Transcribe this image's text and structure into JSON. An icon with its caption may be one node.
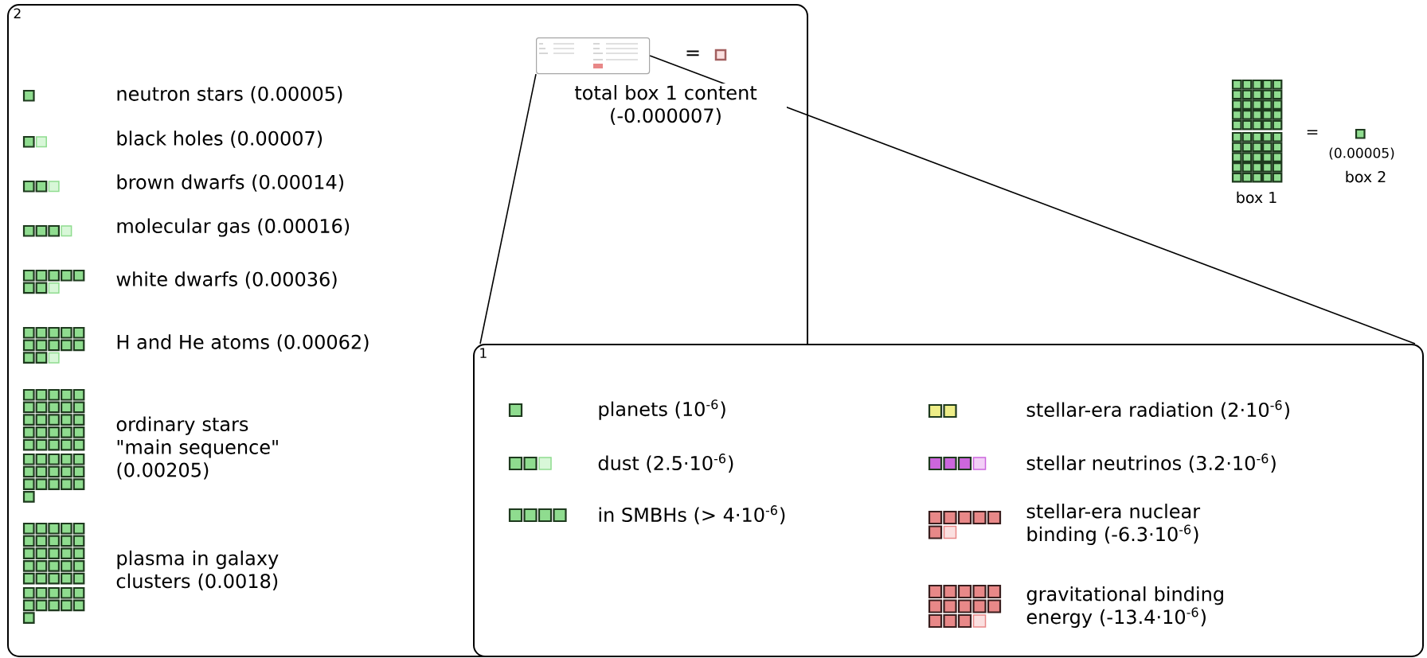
{
  "diagram": {
    "nodes": [
      {
        "text": [
          "2"
        ]
      },
      {
        "text": [],
        "shape": "box",
        "in": 0
      },
      {
        "text": [
          "1"
        ]
      }
    ],
    "edges": [
      {
        "from": 1,
        "to": 2,
        "arrow": "none"
      },
      {
        "from": 1,
        "to": 2,
        "arrow": "none"
      }
    ],
    "labels": [
      "=",
      "total box 1 content (-0.000007)",
      "neutron stars (0.00005)",
      "black holes (0.00007)",
      "brown dwarfs (0.00014)",
      "molecular gas (0.00016)",
      "white dwarfs (0.00036)",
      "H and He atoms (0.00062)",
      "ordinary stars \"main sequence\" (0.00205)",
      "plasma in galaxy clusters (0.0018)",
      "=",
      "(0.00005)",
      "box 2",
      "box 1",
      "planets (10$^{-6}$)",
      "stellar-era radiation (2·10$^{-6}$)",
      "dust (2.5·10$^{-6}$)",
      "stellar neutrinos (3.2·10$^{-6}$)",
      "in SMBHs (> 4·10$^{-6}$)",
      "stellar-era nuclear binding (-6.3·10$^{-6}$)",
      "gravitational binding energy (-13.4·10$^{-6}$)"
    ]
  }
}
